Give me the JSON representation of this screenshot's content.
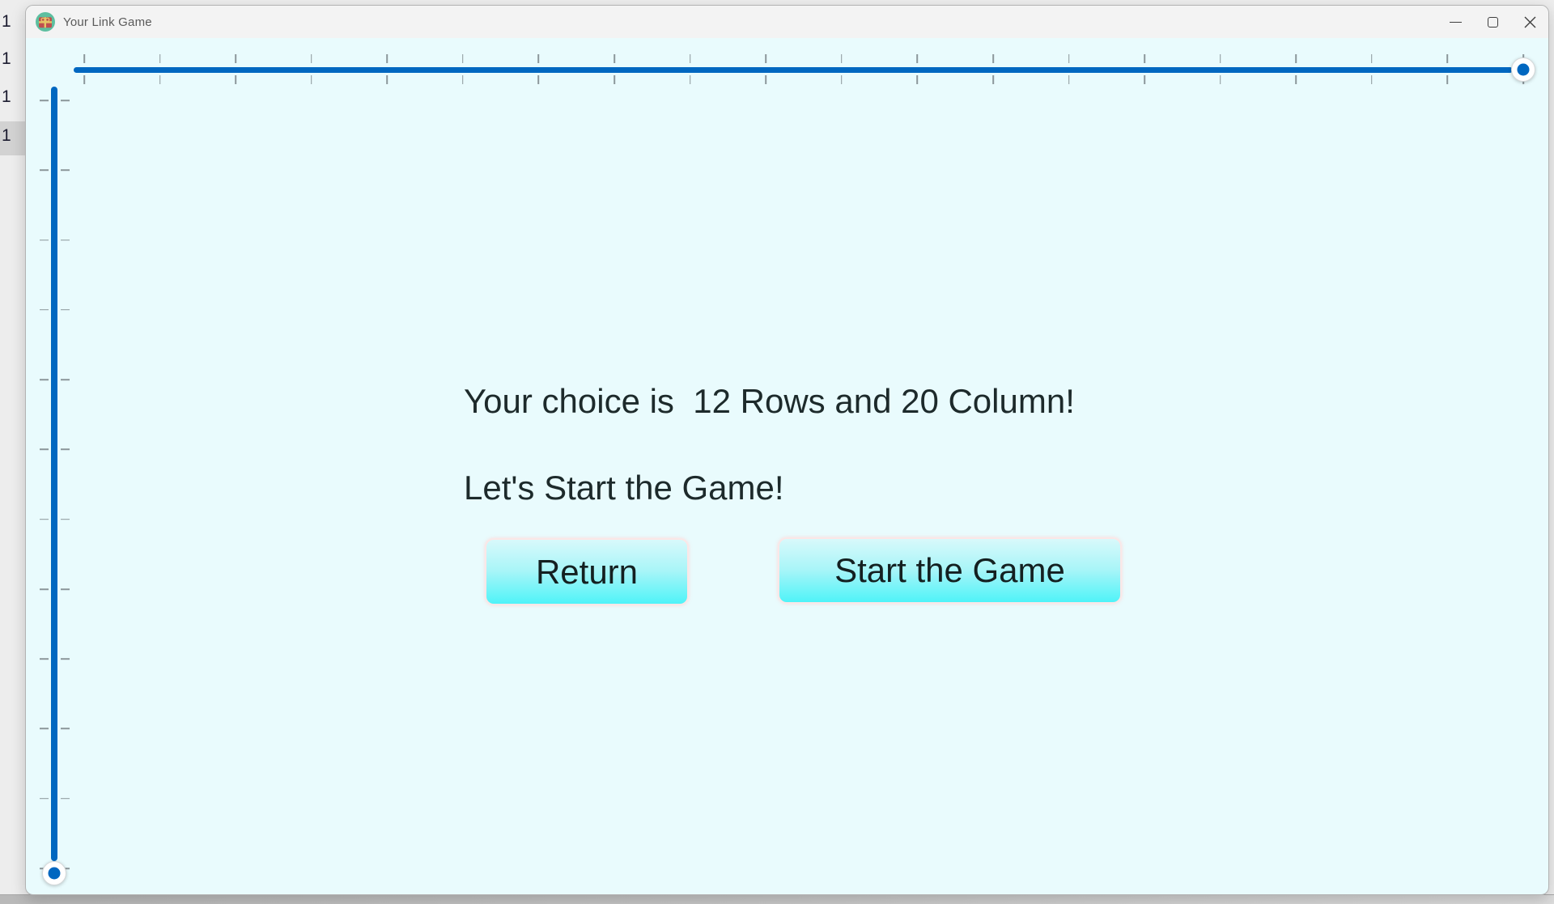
{
  "window": {
    "title": "Your Link Game",
    "app_icon": "gift-icon",
    "controls": {
      "minimize": "minimize-icon",
      "maximize": "maximize-icon",
      "close": "close-icon"
    }
  },
  "background": {
    "partial_digits": [
      "1",
      "1",
      "1",
      "1"
    ]
  },
  "sliders": {
    "columns": {
      "orientation": "horizontal",
      "tick_count": 20,
      "value": 20,
      "accent_color": "#0067c0",
      "thumb_position": "max-right"
    },
    "rows": {
      "orientation": "vertical",
      "tick_count": 12,
      "value": 12,
      "accent_color": "#0067c0",
      "thumb_position": "max-bottom"
    }
  },
  "main": {
    "choice_text": "Your choice is  12 Rows and 20 Column!",
    "start_text": "Let's Start the Game!",
    "rows": 12,
    "columns": 20,
    "buttons": {
      "return_label": "Return",
      "start_label": "Start the Game"
    }
  },
  "colors": {
    "client_background": "#e9fbfd",
    "titlebar_background": "#f3f3f3",
    "slider_accent": "#0067c0",
    "tick": "#8c979b",
    "button_gradient_top": "#d8f9fb",
    "button_gradient_bottom": "#4ff3f8",
    "button_border": "#fbe7e7",
    "text": "#1d2a2b"
  }
}
